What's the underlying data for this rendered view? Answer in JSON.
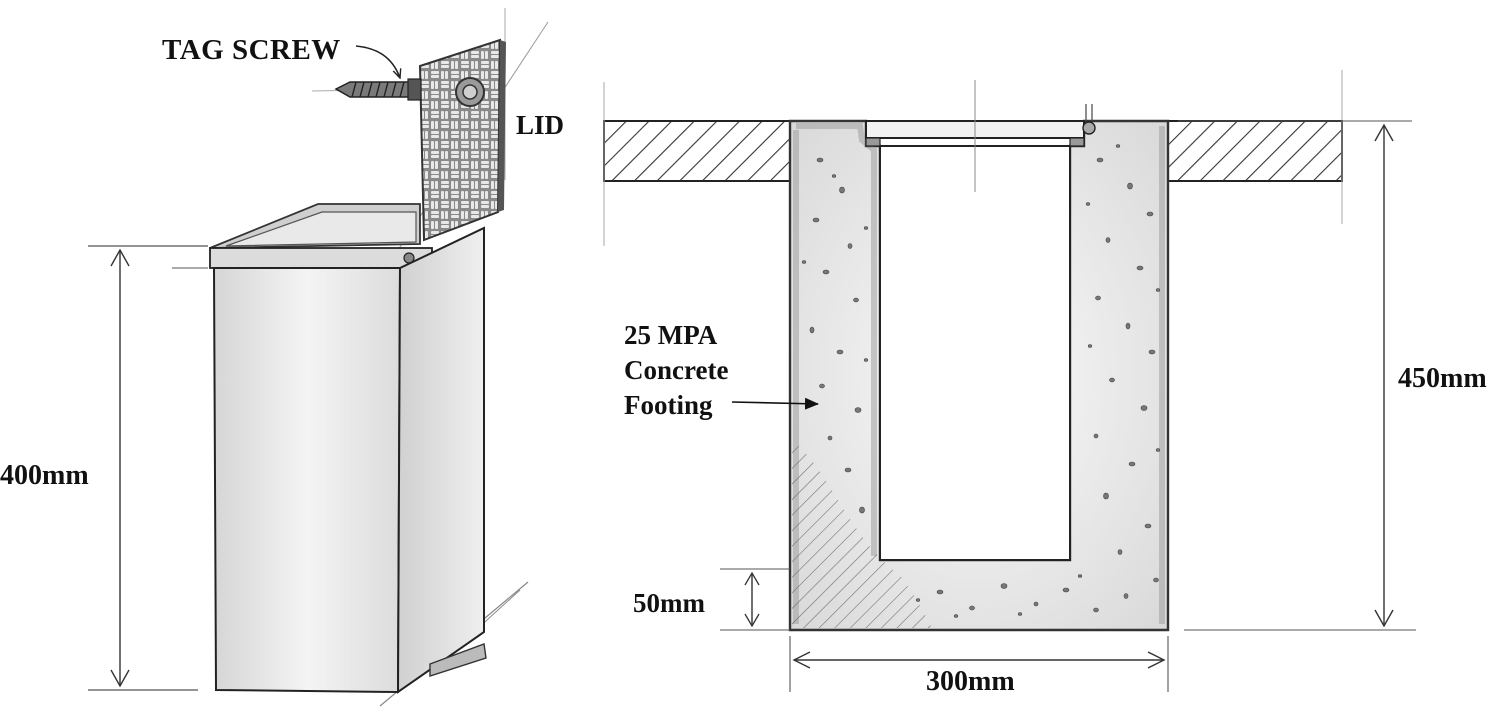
{
  "labels": {
    "tag_screw": "TAG SCREW",
    "lid": "LID",
    "concrete_line1": "25 MPA",
    "concrete_line2": "Concrete",
    "concrete_line3": "Footing",
    "height_box": "400mm",
    "height_footing": "450mm",
    "base_thickness": "50mm",
    "width_footing": "300mm"
  }
}
